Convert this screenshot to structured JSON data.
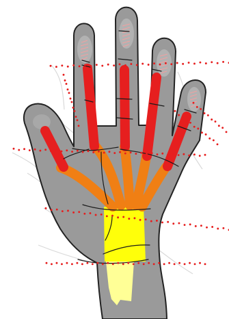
{
  "colors": {
    "background": "#ffffff",
    "hand_fill": "#9a9a9a",
    "hand_stroke": "#222222",
    "fingertip_fill": "#b2b2b2",
    "fingertip_red_hatching": "#f1a0a0",
    "red_segment": "#e61f1f",
    "orange_segment": "#f07f14",
    "yellow_segment": "#ffff0a",
    "pale_yellow_segment": "#ffff96",
    "crease_line": "#1b1b1b",
    "dotted_line": "#e61e1e",
    "ghost_trace": "#d7d7d7"
  },
  "icons": {
    "diagram": "hand-anatomy-diagram"
  },
  "semantics": {
    "fingers": [
      "thumb",
      "index",
      "middle",
      "ring",
      "little"
    ],
    "regions": [
      "fingertips",
      "finger-segments",
      "palm-segments",
      "wrist-segment",
      "forearm-segment"
    ]
  }
}
